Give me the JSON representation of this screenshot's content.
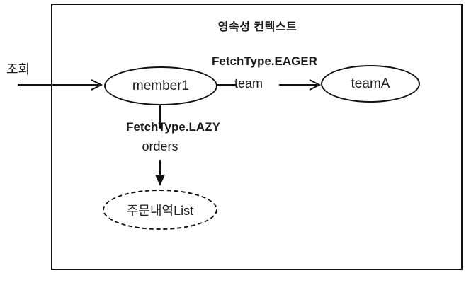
{
  "diagram": {
    "title": "영속성 컨텍스트",
    "query_label": "조회",
    "nodes": {
      "member": "member1",
      "team": "teamA",
      "orders_list": "주문내역List"
    },
    "edges": {
      "eager_fetch_type": "FetchType.EAGER",
      "team_field": "team",
      "lazy_fetch_type": "FetchType.LAZY",
      "orders_field": "orders"
    },
    "colors": {
      "line": "#111111",
      "text": "#1a1a1a",
      "background": "#ffffff"
    }
  }
}
